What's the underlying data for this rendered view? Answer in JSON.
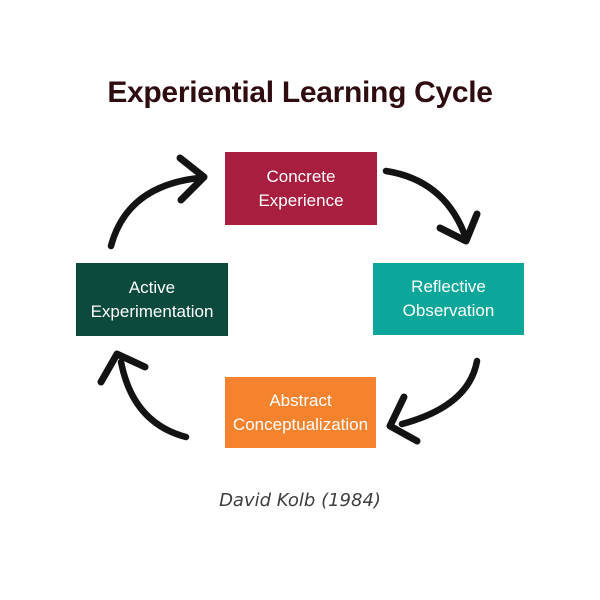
{
  "page": {
    "title": "Experiential Learning Cycle",
    "caption": "David Kolb (1984)"
  },
  "colors": {
    "background": "#ffffff",
    "title_text": "#2e0c10",
    "caption_text": "#3e3e3e",
    "arrow": "#131313",
    "stage_text": "#ffffff"
  },
  "diagram": {
    "type": "cycle",
    "direction": "clockwise",
    "stages": [
      {
        "id": "concrete-experience",
        "label": "Concrete\nExperience",
        "color": "#a81e3e",
        "position": "top",
        "order": 1
      },
      {
        "id": "reflective-observation",
        "label": "Reflective\nObservation",
        "color": "#0ca79a",
        "position": "right",
        "order": 2
      },
      {
        "id": "abstract-conceptualization",
        "label": "Abstract\nConceptualization",
        "color": "#f5832d",
        "position": "bottom",
        "order": 3
      },
      {
        "id": "active-experimentation",
        "label": "Active\nExperimentation",
        "color": "#0b4a3c",
        "position": "left",
        "order": 4
      }
    ],
    "arrows": [
      {
        "id": "arrow-active-to-concrete",
        "from": "active-experimentation",
        "to": "concrete-experience"
      },
      {
        "id": "arrow-concrete-to-reflective",
        "from": "concrete-experience",
        "to": "reflective-observation"
      },
      {
        "id": "arrow-reflective-to-abstract",
        "from": "reflective-observation",
        "to": "abstract-conceptualization"
      },
      {
        "id": "arrow-abstract-to-active",
        "from": "abstract-conceptualization",
        "to": "active-experimentation"
      }
    ]
  }
}
